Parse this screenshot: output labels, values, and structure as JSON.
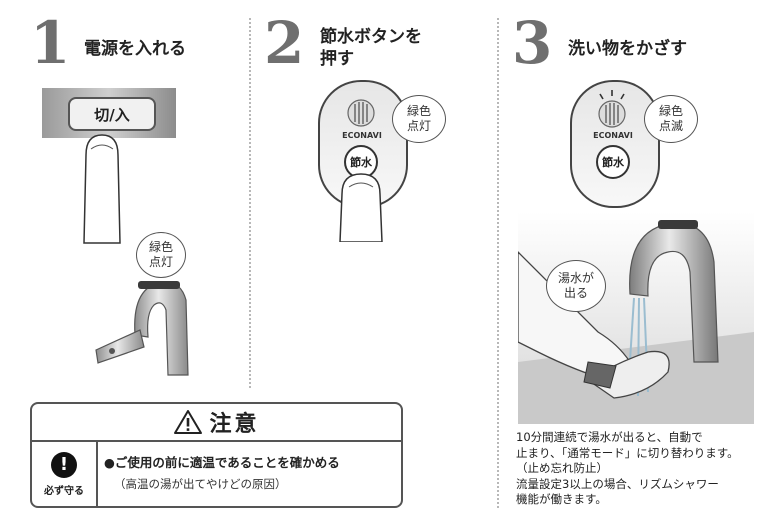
{
  "steps": [
    {
      "number": "1",
      "title": "電源を入れる"
    },
    {
      "number": "2",
      "title_line1": "節水ボタンを",
      "title_line2": "押す"
    },
    {
      "number": "3",
      "title": "洗い物をかざす"
    }
  ],
  "step1": {
    "switch_label": "切/入",
    "bubble_line1": "緑色",
    "bubble_line2": "点灯"
  },
  "step2": {
    "panel_brand": "ECONAVI",
    "button_label": "節水",
    "bubble_line1": "緑色",
    "bubble_line2": "点灯"
  },
  "step3": {
    "panel_brand": "ECONAVI",
    "button_label": "節水",
    "bubble_line1": "緑色",
    "bubble_line2": "点滅",
    "water_bubble_line1": "湯水が",
    "water_bubble_line2": "出る"
  },
  "caution": {
    "title": "注意",
    "must_label": "必ず守る",
    "line1": "●ご使用の前に適温であることを確かめる",
    "line2": "（高温の湯が出てやけどの原因）"
  },
  "note": {
    "lines": [
      "10分間連続で湯水が出ると、自動で",
      "止まり、「通常モード」に切り替わります。",
      "（止め忘れ防止）",
      "流量設定3以上の場合、リズムシャワー",
      "機能が働きます。"
    ]
  }
}
